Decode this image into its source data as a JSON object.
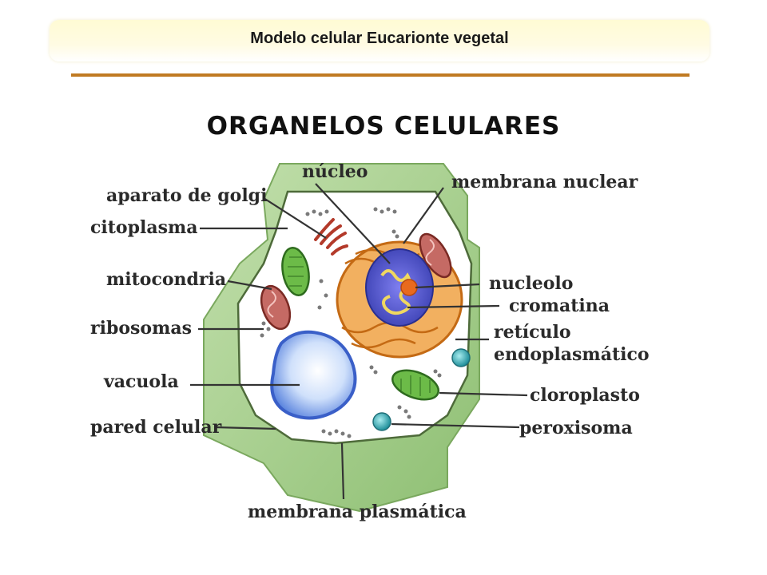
{
  "header": {
    "title": "Modelo celular Eucarionte vegetal"
  },
  "heading": "ORGANELOS CELULARES",
  "labels": {
    "nucleo": "núcleo",
    "membrana_nuclear": "membrana nuclear",
    "aparato_de_golgi": "aparato de golgi",
    "citoplasma": "citoplasma",
    "mitocondria": "mitocondria",
    "nucleolo": "nucleolo",
    "cromatina": "cromatina",
    "ribosomas": "ribosomas",
    "reticulo_1": "retículo",
    "reticulo_2": "endoplasmático",
    "vacuola": "vacuola",
    "cloroplasto": "cloroplasto",
    "pared_celular": "pared celular",
    "peroxisoma": "peroxisoma",
    "membrana_plasmatica": "membrana plasmática"
  },
  "colors": {
    "rule": "#c07a22",
    "cell_wall_green": "#9fc98a",
    "cytoplasm": "#ffffff",
    "nucleus": "#5a5fcf",
    "nucleolus": "#e86a1e",
    "er": "#e89a3c",
    "vacuole": "#8fb3f0",
    "chloroplast": "#5aa83a",
    "mitochondria": "#b8554d",
    "peroxisome": "#3aa8b0"
  }
}
